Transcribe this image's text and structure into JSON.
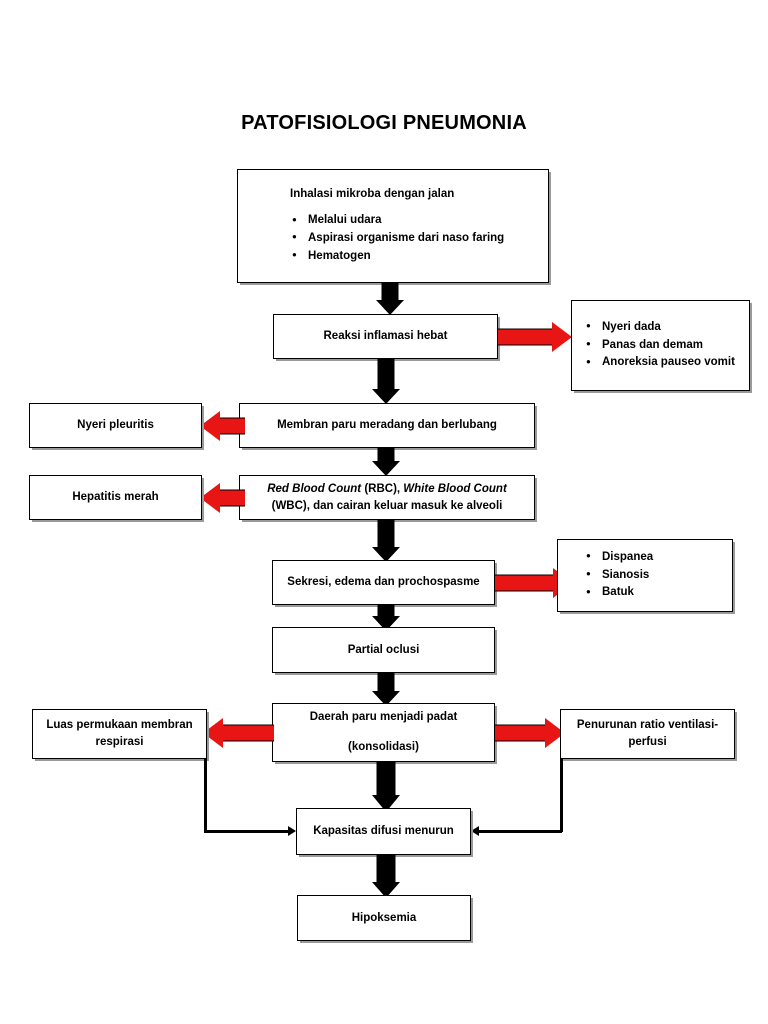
{
  "document": {
    "title": "PATOFISIOLOGI PNEUMONIA"
  },
  "colors": {
    "arrow_red": "#e81515",
    "arrow_black": "#000000",
    "box_border": "#000000",
    "page_background": "#ffffff",
    "text": "#000000"
  },
  "nodes": {
    "inhalasi": {
      "heading": "Inhalasi mikroba dengan jalan",
      "bullets": [
        "Melalui udara",
        "Aspirasi organisme dari naso faring",
        "Hematogen"
      ]
    },
    "reaksi_inflamasi": {
      "label": "Reaksi inflamasi hebat"
    },
    "gejala_inflamasi": {
      "bullets": [
        "Nyeri dada",
        "Panas dan demam",
        "Anoreksia pauseo vomit"
      ]
    },
    "membran_paru": {
      "label": "Membran paru meradang dan berlubang"
    },
    "nyeri_pleuritis": {
      "label": "Nyeri pleuritis"
    },
    "blood_count": {
      "line1_italic_a": "Red Blood Count",
      "line1_plain_a": " (RBC), ",
      "line1_italic_b": "White Blood Count",
      "line2": "(WBC), dan cairan keluar masuk ke alveoli"
    },
    "hepatitis_merah": {
      "label": "Hepatitis merah"
    },
    "sekresi": {
      "label": "Sekresi, edema dan prochospasme"
    },
    "gejala_sekresi": {
      "bullets": [
        "Dispanea",
        "Sianosis",
        "Batuk"
      ]
    },
    "partial_oclusi": {
      "label": "Partial oclusi"
    },
    "daerah_paru": {
      "line1": "Daerah paru menjadi padat",
      "line2": "(konsolidasi)"
    },
    "luas_permukaan": {
      "line1": "Luas permukaan membran",
      "line2": "respirasi"
    },
    "penurunan_ratio": {
      "line1": "Penurunan ratio ventilasi-",
      "line2": "perfusi"
    },
    "kapasitas_difusi": {
      "label": "Kapasitas difusi menurun"
    },
    "hipoksemia": {
      "label": "Hipoksemia"
    }
  },
  "flow": {
    "type": "flowchart",
    "edges": [
      {
        "from": "inhalasi",
        "to": "reaksi_inflamasi",
        "style": "black-block-arrow",
        "direction": "down"
      },
      {
        "from": "reaksi_inflamasi",
        "to": "gejala_inflamasi",
        "style": "red-block-arrow",
        "direction": "right"
      },
      {
        "from": "reaksi_inflamasi",
        "to": "membran_paru",
        "style": "black-block-arrow",
        "direction": "down"
      },
      {
        "from": "membran_paru",
        "to": "nyeri_pleuritis",
        "style": "red-block-arrow",
        "direction": "left"
      },
      {
        "from": "membran_paru",
        "to": "blood_count",
        "style": "black-block-arrow",
        "direction": "down"
      },
      {
        "from": "blood_count",
        "to": "hepatitis_merah",
        "style": "red-block-arrow",
        "direction": "left"
      },
      {
        "from": "blood_count",
        "to": "sekresi",
        "style": "black-block-arrow",
        "direction": "down"
      },
      {
        "from": "sekresi",
        "to": "gejala_sekresi",
        "style": "red-block-arrow",
        "direction": "right"
      },
      {
        "from": "sekresi",
        "to": "partial_oclusi",
        "style": "black-block-arrow",
        "direction": "down"
      },
      {
        "from": "partial_oclusi",
        "to": "daerah_paru",
        "style": "black-block-arrow",
        "direction": "down"
      },
      {
        "from": "daerah_paru",
        "to": "luas_permukaan",
        "style": "red-block-arrow",
        "direction": "left"
      },
      {
        "from": "daerah_paru",
        "to": "penurunan_ratio",
        "style": "red-block-arrow",
        "direction": "right"
      },
      {
        "from": "daerah_paru",
        "to": "kapasitas_difusi",
        "style": "black-block-arrow",
        "direction": "down"
      },
      {
        "from": "luas_permukaan",
        "to": "kapasitas_difusi",
        "style": "thin-line-arrow",
        "direction": "down-right"
      },
      {
        "from": "penurunan_ratio",
        "to": "kapasitas_difusi",
        "style": "thin-line-arrow",
        "direction": "down-left"
      },
      {
        "from": "kapasitas_difusi",
        "to": "hipoksemia",
        "style": "black-block-arrow",
        "direction": "down"
      }
    ]
  }
}
